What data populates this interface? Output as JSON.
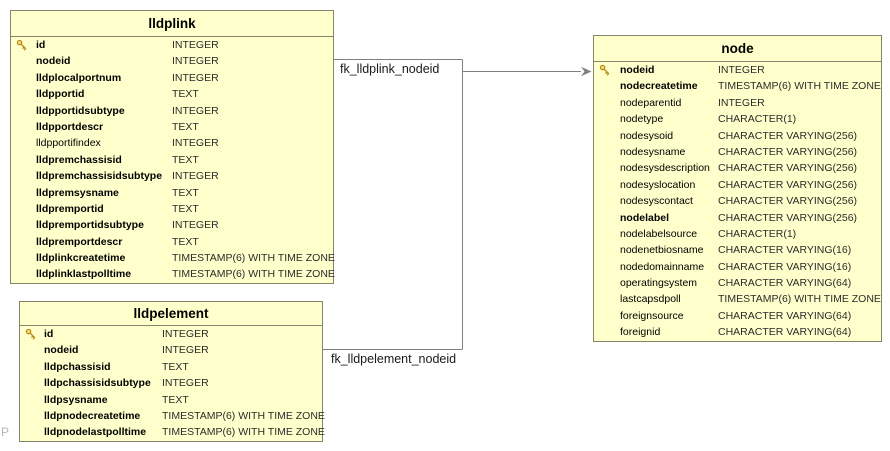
{
  "diagram": {
    "watermark": "P",
    "colors": {
      "table_fill": "#ffffcc",
      "table_border": "#84846a",
      "relation_line": "#808080",
      "key_icon_gold": "#c19a1f",
      "text": "#000000"
    },
    "tables": [
      {
        "id": "lldplink",
        "title": "lldplink",
        "columns": [
          {
            "name": "id",
            "type": "INTEGER",
            "key": true,
            "bold": true
          },
          {
            "name": "nodeid",
            "type": "INTEGER",
            "key": false,
            "bold": true
          },
          {
            "name": "lldplocalportnum",
            "type": "INTEGER",
            "key": false,
            "bold": true
          },
          {
            "name": "lldpportid",
            "type": "TEXT",
            "key": false,
            "bold": true
          },
          {
            "name": "lldpportidsubtype",
            "type": "INTEGER",
            "key": false,
            "bold": true
          },
          {
            "name": "lldpportdescr",
            "type": "TEXT",
            "key": false,
            "bold": true
          },
          {
            "name": "lldpportifindex",
            "type": "INTEGER",
            "key": false,
            "bold": false
          },
          {
            "name": "lldpremchassisid",
            "type": "TEXT",
            "key": false,
            "bold": true
          },
          {
            "name": "lldpremchassisidsubtype",
            "type": "INTEGER",
            "key": false,
            "bold": true
          },
          {
            "name": "lldpremsysname",
            "type": "TEXT",
            "key": false,
            "bold": true
          },
          {
            "name": "lldpremportid",
            "type": "TEXT",
            "key": false,
            "bold": true
          },
          {
            "name": "lldpremportidsubtype",
            "type": "INTEGER",
            "key": false,
            "bold": true
          },
          {
            "name": "lldpremportdescr",
            "type": "TEXT",
            "key": false,
            "bold": true
          },
          {
            "name": "lldplinkcreatetime",
            "type": "TIMESTAMP(6) WITH TIME ZONE",
            "key": false,
            "bold": true
          },
          {
            "name": "lldplinklastpolltime",
            "type": "TIMESTAMP(6) WITH TIME ZONE",
            "key": false,
            "bold": true
          }
        ]
      },
      {
        "id": "lldpelement",
        "title": "lldpelement",
        "columns": [
          {
            "name": "id",
            "type": "INTEGER",
            "key": true,
            "bold": true
          },
          {
            "name": "nodeid",
            "type": "INTEGER",
            "key": false,
            "bold": true
          },
          {
            "name": "lldpchassisid",
            "type": "TEXT",
            "key": false,
            "bold": true
          },
          {
            "name": "lldpchassisidsubtype",
            "type": "INTEGER",
            "key": false,
            "bold": true
          },
          {
            "name": "lldpsysname",
            "type": "TEXT",
            "key": false,
            "bold": true
          },
          {
            "name": "lldpnodecreatetime",
            "type": "TIMESTAMP(6) WITH TIME ZONE",
            "key": false,
            "bold": true
          },
          {
            "name": "lldpnodelastpolltime",
            "type": "TIMESTAMP(6) WITH TIME ZONE",
            "key": false,
            "bold": true
          }
        ]
      },
      {
        "id": "node",
        "title": "node",
        "columns": [
          {
            "name": "nodeid",
            "type": "INTEGER",
            "key": true,
            "bold": true
          },
          {
            "name": "nodecreatetime",
            "type": "TIMESTAMP(6) WITH TIME ZONE",
            "key": false,
            "bold": true
          },
          {
            "name": "nodeparentid",
            "type": "INTEGER",
            "key": false,
            "bold": false
          },
          {
            "name": "nodetype",
            "type": "CHARACTER(1)",
            "key": false,
            "bold": false
          },
          {
            "name": "nodesysoid",
            "type": "CHARACTER VARYING(256)",
            "key": false,
            "bold": false
          },
          {
            "name": "nodesysname",
            "type": "CHARACTER VARYING(256)",
            "key": false,
            "bold": false
          },
          {
            "name": "nodesysdescription",
            "type": "CHARACTER VARYING(256)",
            "key": false,
            "bold": false
          },
          {
            "name": "nodesyslocation",
            "type": "CHARACTER VARYING(256)",
            "key": false,
            "bold": false
          },
          {
            "name": "nodesyscontact",
            "type": "CHARACTER VARYING(256)",
            "key": false,
            "bold": false
          },
          {
            "name": "nodelabel",
            "type": "CHARACTER VARYING(256)",
            "key": false,
            "bold": true
          },
          {
            "name": "nodelabelsource",
            "type": "CHARACTER(1)",
            "key": false,
            "bold": false
          },
          {
            "name": "nodenetbiosname",
            "type": "CHARACTER VARYING(16)",
            "key": false,
            "bold": false
          },
          {
            "name": "nodedomainname",
            "type": "CHARACTER VARYING(16)",
            "key": false,
            "bold": false
          },
          {
            "name": "operatingsystem",
            "type": "CHARACTER VARYING(64)",
            "key": false,
            "bold": false
          },
          {
            "name": "lastcapsdpoll",
            "type": "TIMESTAMP(6) WITH TIME ZONE",
            "key": false,
            "bold": false
          },
          {
            "name": "foreignsource",
            "type": "CHARACTER VARYING(64)",
            "key": false,
            "bold": false
          },
          {
            "name": "foreignid",
            "type": "CHARACTER VARYING(64)",
            "key": false,
            "bold": false
          }
        ]
      }
    ],
    "relations": [
      {
        "label": "fk_lldplink_nodeid",
        "from": "lldplink.nodeid",
        "to": "node.nodeid"
      },
      {
        "label": "fk_lldpelement_nodeid",
        "from": "lldpelement.nodeid",
        "to": "node.nodeid"
      }
    ]
  }
}
